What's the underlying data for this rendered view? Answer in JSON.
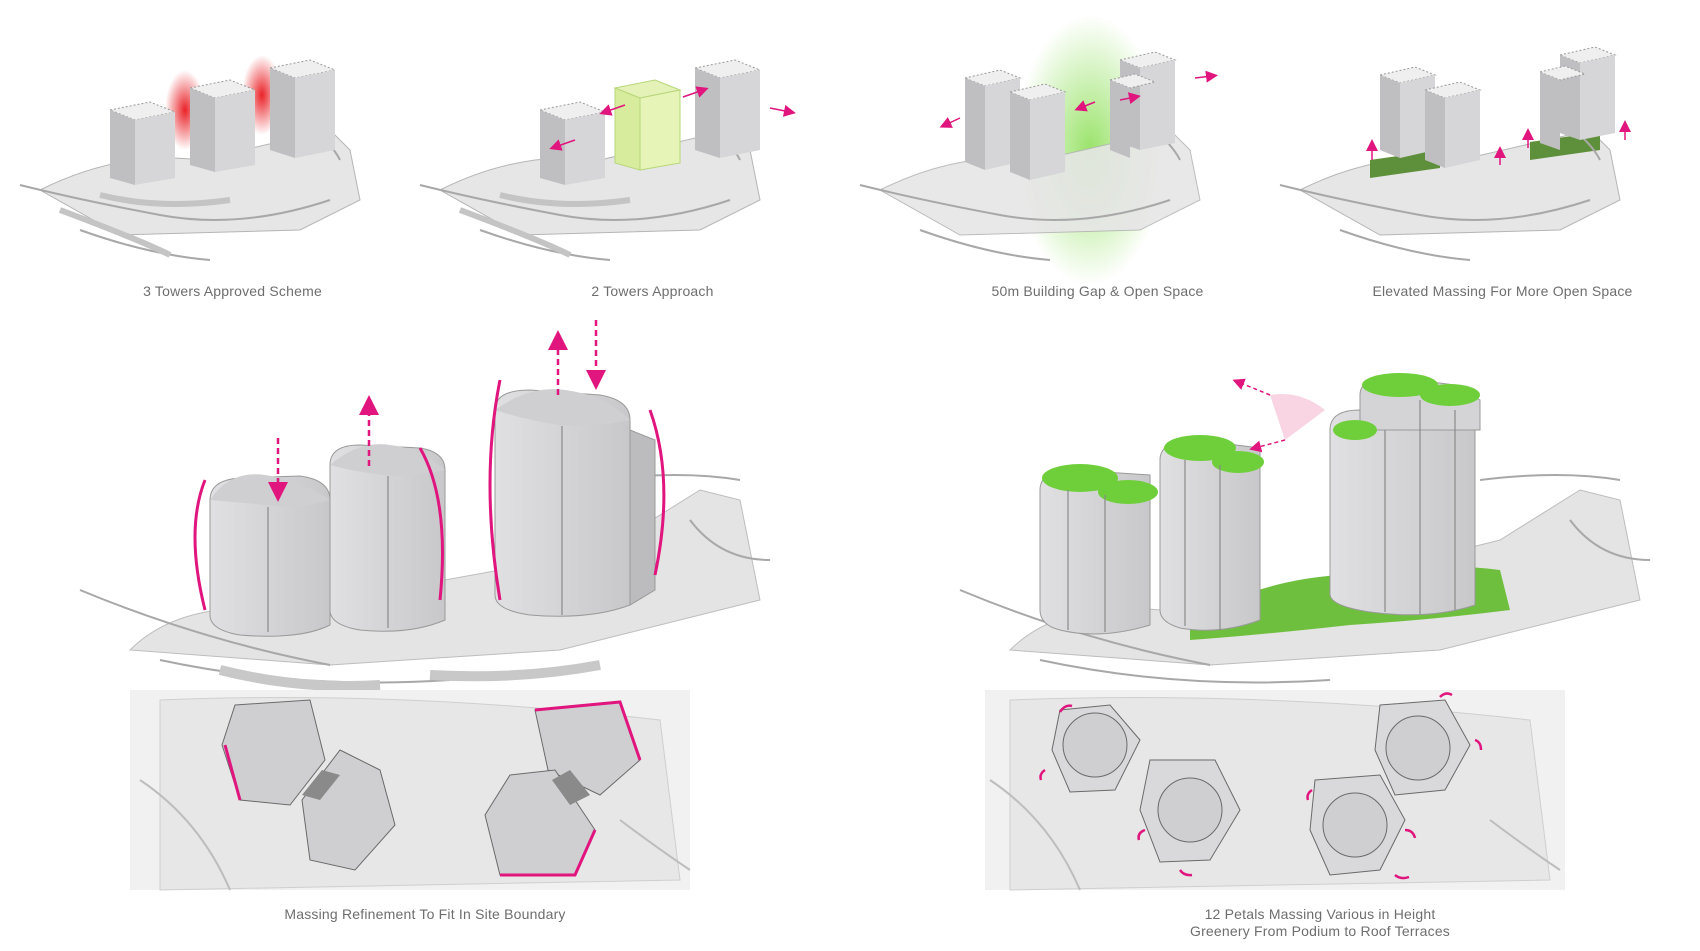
{
  "panels": [
    {
      "id": "p1",
      "caption": "3 Towers Approved Scheme"
    },
    {
      "id": "p2",
      "caption": "2 Towers Approach"
    },
    {
      "id": "p3",
      "caption": "50m Building Gap & Open Space"
    },
    {
      "id": "p4",
      "caption": "Elevated Massing For More Open Space"
    },
    {
      "id": "p5",
      "caption": "Massing Refinement To Fit In Site Boundary"
    },
    {
      "id": "p6",
      "caption_line1": "12 Petals Massing Various in Height",
      "caption_line2": "Greenery From Podium to Roof Terraces"
    }
  ],
  "colors": {
    "accent_magenta": "#e0157e",
    "heat_red": "#e8171d",
    "green_space": "#7ad64a",
    "tower_grey": "#d2d2d4",
    "site_grey": "#e6e6e6",
    "caption_grey": "#6e6e6e"
  }
}
